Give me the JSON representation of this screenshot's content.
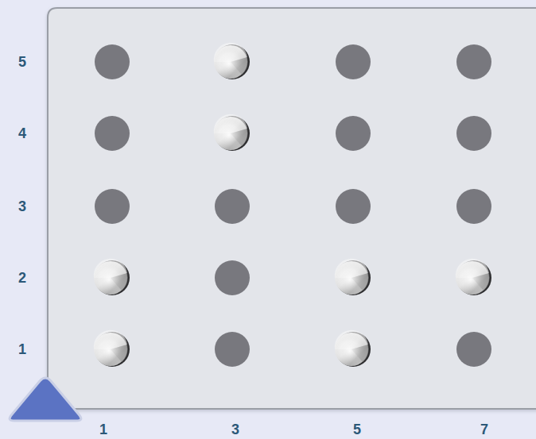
{
  "diagram": {
    "labels": [
      "5",
      "4",
      "3",
      "2",
      "1",
      "1",
      "3",
      "5",
      "7"
    ]
  }
}
